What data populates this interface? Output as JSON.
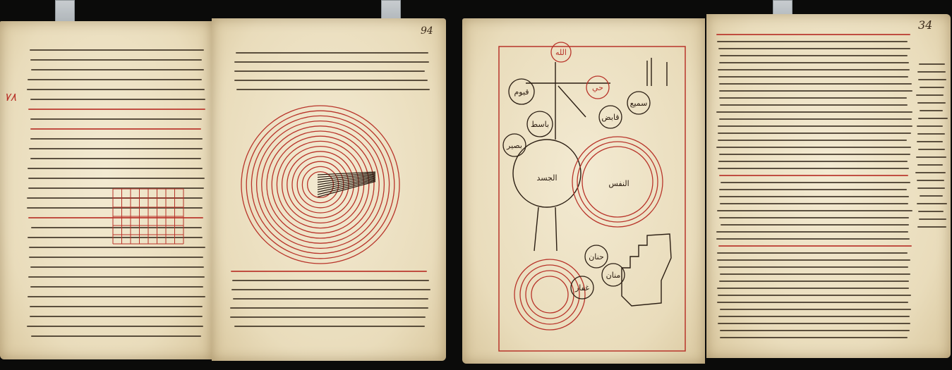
{
  "left_spread": {
    "folio_top_right": "94",
    "folio_margin_left": "٧٨",
    "diagram": "concentric-circles"
  },
  "right_spread": {
    "folio_top_right": "34",
    "diagram": "cosmological-figure",
    "figure_labels": [
      "الله",
      "حي",
      "قيوم",
      "سميع",
      "قابض",
      "باسط",
      "بصير",
      "حنان",
      "منان",
      "غفار",
      "الجسد",
      "النفس"
    ],
    "colors": {
      "ink": "#2a1d12",
      "rubric": "#b8342a",
      "paper": "#efe3c6"
    }
  }
}
